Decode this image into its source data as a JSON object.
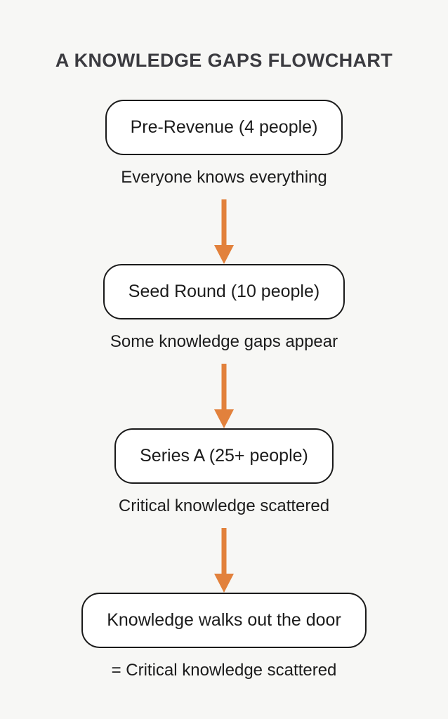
{
  "page": {
    "title": "A KNOWLEDGE GAPS FLOWCHART"
  },
  "colors": {
    "background": "#f7f7f5",
    "arrow": "#e2813c",
    "box_border": "#1a1a1a",
    "box_fill": "#ffffff",
    "title_text": "#3b3b40",
    "body_text": "#1c1c1c"
  },
  "icons": {
    "connector": "arrow-down-icon"
  },
  "stages": [
    {
      "label": "Pre-Revenue (4 people)",
      "caption": "Everyone knows everything"
    },
    {
      "label": "Seed Round (10 people)",
      "caption": "Some knowledge gaps appear"
    },
    {
      "label": "Series A (25+ people)",
      "caption": "Critical knowledge scattered"
    },
    {
      "label": "Knowledge walks out the door",
      "caption": "= Critical knowledge scattered"
    }
  ]
}
